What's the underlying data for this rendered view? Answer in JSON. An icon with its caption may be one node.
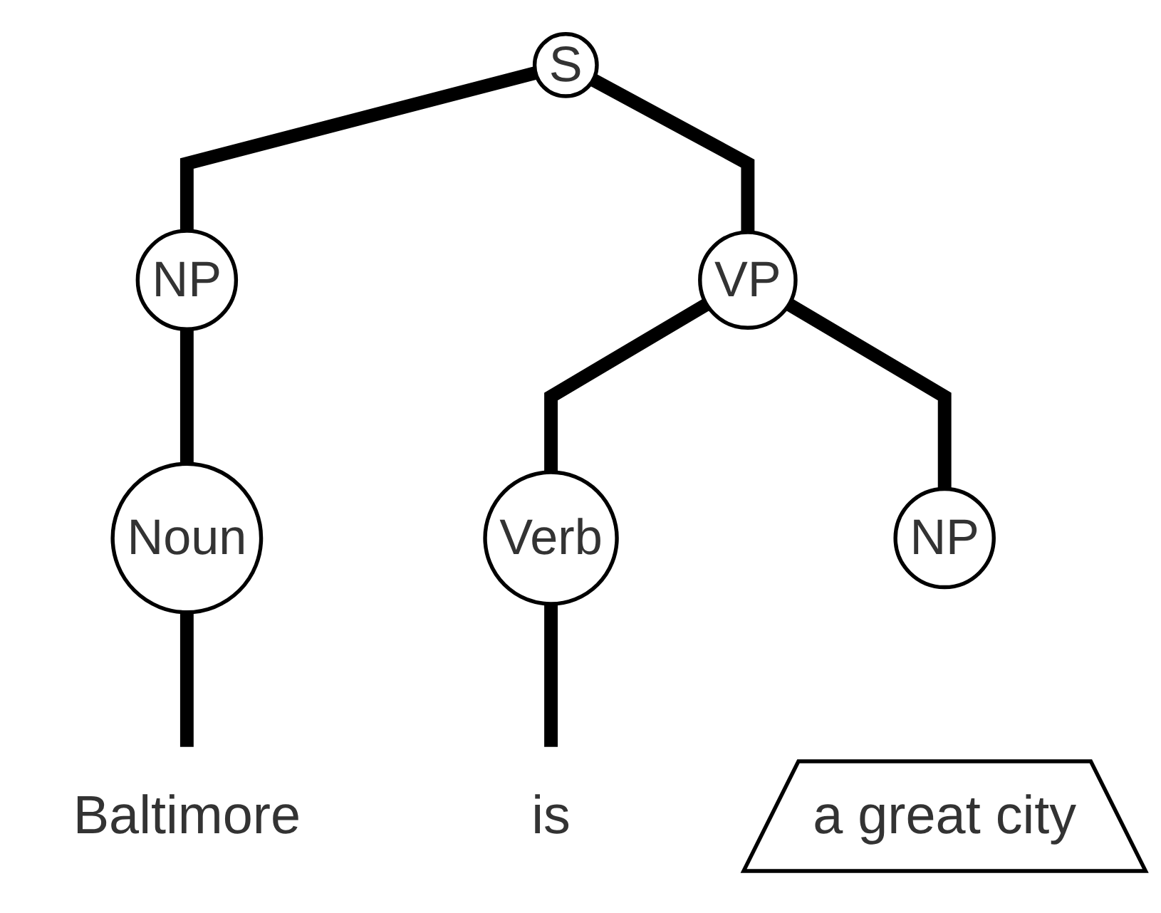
{
  "diagram": {
    "nodes": [
      {
        "text": [
          "S"
        ]
      },
      {
        "text": [
          "NP"
        ]
      },
      {
        "text": [
          "VP"
        ]
      },
      {
        "text": [
          "Noun"
        ]
      },
      {
        "text": [
          "Verb"
        ]
      },
      {
        "text": [
          "NP"
        ]
      },
      {
        "text": [
          "Baltimore"
        ]
      },
      {
        "text": [
          "is"
        ]
      },
      {
        "text": [
          "a great city"
        ]
      }
    ],
    "edges": [
      {
        "from": 0,
        "to": 1,
        "arrow": "none"
      },
      {
        "from": 0,
        "to": 2,
        "arrow": "none"
      },
      {
        "from": 1,
        "to": 3,
        "arrow": "none"
      },
      {
        "from": 2,
        "to": 4,
        "arrow": "none"
      },
      {
        "from": 2,
        "to": 5,
        "arrow": "none"
      },
      {
        "from": 3,
        "to": 6,
        "arrow": "none"
      },
      {
        "from": 4,
        "to": 7,
        "arrow": "none"
      }
    ]
  }
}
